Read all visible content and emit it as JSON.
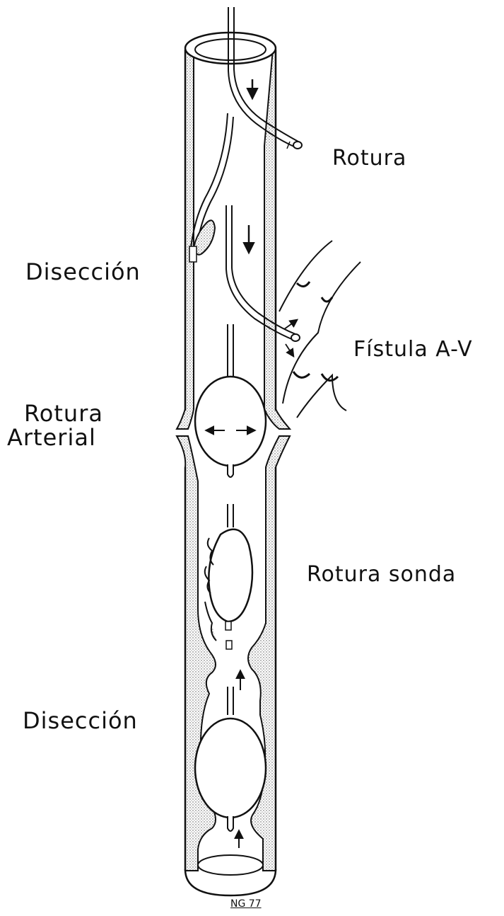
{
  "labels": {
    "rotura": "Rotura",
    "diseccion_top": "Disección",
    "fistula": "Fístula A-V",
    "rotura_arterial_line1": "Rotura",
    "rotura_arterial_line2": "Arterial",
    "rotura_sonda": "Rotura sonda",
    "diseccion_bottom": "Disección",
    "signature": "NG 77"
  },
  "colors": {
    "ink": "#111111",
    "wall_fill": "#d9d9d9",
    "background": "#ffffff"
  }
}
